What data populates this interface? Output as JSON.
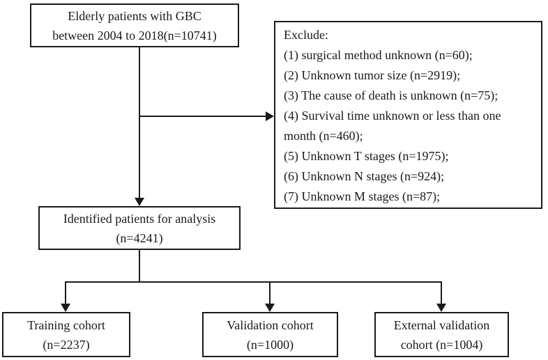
{
  "flowchart": {
    "top_box": {
      "line1": "Elderly patients with GBC",
      "line2": "between 2004 to 2018(n=10741)"
    },
    "exclude_box": {
      "title": "Exclude:",
      "items": [
        "(1) surgical method unknown (n=60);",
        "(2) Unknown tumor size (n=2919);",
        "(3) The cause of death is unknown (n=75);",
        "(4) Survival time unknown or less than one month (n=460);",
        "(5) Unknown T stages (n=1975);",
        "(6) Unknown N stages (n=924);",
        "(7) Unknown M stages (n=87);"
      ]
    },
    "identified_box": {
      "line1": "Identified patients for analysis",
      "line2": "(n=4241)"
    },
    "training_box": {
      "line1": "Training cohort",
      "line2": "(n=2237)"
    },
    "validation_box": {
      "line1": "Validation cohort",
      "line2": "(n=1000)"
    },
    "external_box": {
      "line1": "External validation",
      "line2": "cohort (n=1004)"
    },
    "colors": {
      "line": "#1a1a1a",
      "border": "#1a1a1a",
      "background": "#ffffff",
      "text": "#1a1a1a"
    }
  }
}
